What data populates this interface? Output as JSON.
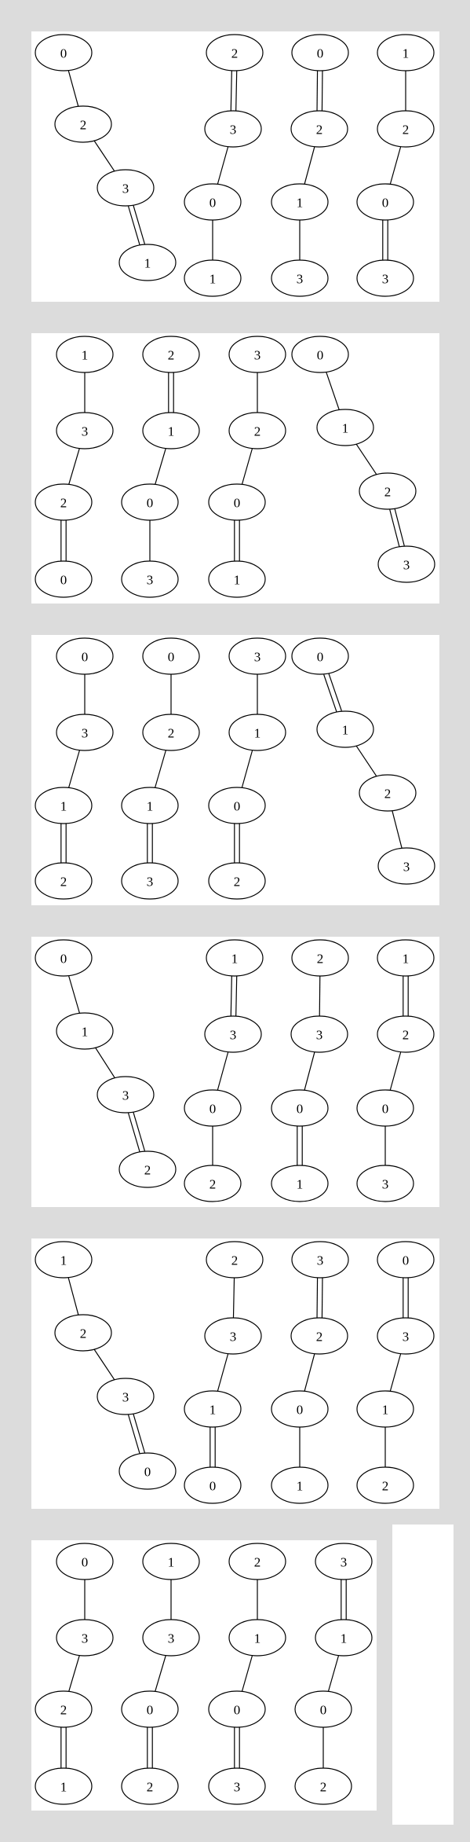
{
  "page": {
    "background": "#dcdcdc",
    "panel_color": "#ffffff"
  },
  "panels": [
    {
      "graphs": [
        {
          "nodes": [
            "0",
            "2",
            "3",
            "1"
          ],
          "edges": [
            [
              0,
              1,
              1
            ],
            [
              1,
              2,
              1
            ],
            [
              2,
              3,
              2
            ]
          ]
        },
        {
          "nodes": [
            "2",
            "3",
            "0",
            "1"
          ],
          "edges": [
            [
              0,
              1,
              2
            ],
            [
              1,
              2,
              1
            ],
            [
              2,
              3,
              1
            ]
          ]
        },
        {
          "nodes": [
            "0",
            "2",
            "1",
            "3"
          ],
          "edges": [
            [
              0,
              1,
              2
            ],
            [
              1,
              2,
              1
            ],
            [
              2,
              3,
              1
            ]
          ]
        },
        {
          "nodes": [
            "1",
            "2",
            "0",
            "3"
          ],
          "edges": [
            [
              0,
              1,
              1
            ],
            [
              1,
              2,
              1
            ],
            [
              2,
              3,
              2
            ]
          ]
        }
      ]
    },
    {
      "graphs": [
        {
          "nodes": [
            "1",
            "3",
            "2",
            "0"
          ],
          "edges": [
            [
              0,
              1,
              1
            ],
            [
              1,
              2,
              1
            ],
            [
              2,
              3,
              2
            ]
          ]
        },
        {
          "nodes": [
            "2",
            "1",
            "0",
            "3"
          ],
          "edges": [
            [
              0,
              1,
              2
            ],
            [
              1,
              2,
              1
            ],
            [
              2,
              3,
              1
            ]
          ]
        },
        {
          "nodes": [
            "3",
            "2",
            "0",
            "1"
          ],
          "edges": [
            [
              0,
              1,
              1
            ],
            [
              1,
              2,
              1
            ],
            [
              2,
              3,
              2
            ]
          ]
        },
        {
          "nodes": [
            "0",
            "1",
            "2",
            "3"
          ],
          "edges": [
            [
              0,
              1,
              1
            ],
            [
              1,
              2,
              1
            ],
            [
              2,
              3,
              2
            ]
          ]
        }
      ]
    },
    {
      "graphs": [
        {
          "nodes": [
            "0",
            "3",
            "1",
            "2"
          ],
          "edges": [
            [
              0,
              1,
              1
            ],
            [
              1,
              2,
              1
            ],
            [
              2,
              3,
              2
            ]
          ]
        },
        {
          "nodes": [
            "0",
            "2",
            "1",
            "3"
          ],
          "edges": [
            [
              0,
              1,
              1
            ],
            [
              1,
              2,
              1
            ],
            [
              2,
              3,
              2
            ]
          ]
        },
        {
          "nodes": [
            "3",
            "1",
            "0",
            "2"
          ],
          "edges": [
            [
              0,
              1,
              1
            ],
            [
              1,
              2,
              1
            ],
            [
              2,
              3,
              2
            ]
          ]
        },
        {
          "nodes": [
            "0",
            "1",
            "2",
            "3"
          ],
          "edges": [
            [
              0,
              1,
              2
            ],
            [
              1,
              2,
              1
            ],
            [
              2,
              3,
              1
            ]
          ]
        }
      ]
    },
    {
      "graphs": [
        {
          "nodes": [
            "0",
            "1",
            "3",
            "2"
          ],
          "edges": [
            [
              0,
              1,
              1
            ],
            [
              1,
              2,
              1
            ],
            [
              2,
              3,
              2
            ]
          ]
        },
        {
          "nodes": [
            "1",
            "3",
            "0",
            "2"
          ],
          "edges": [
            [
              0,
              1,
              2
            ],
            [
              1,
              2,
              1
            ],
            [
              2,
              3,
              1
            ]
          ]
        },
        {
          "nodes": [
            "2",
            "3",
            "0",
            "1"
          ],
          "edges": [
            [
              0,
              1,
              1
            ],
            [
              1,
              2,
              1
            ],
            [
              2,
              3,
              2
            ]
          ]
        },
        {
          "nodes": [
            "1",
            "2",
            "0",
            "3"
          ],
          "edges": [
            [
              0,
              1,
              2
            ],
            [
              1,
              2,
              1
            ],
            [
              2,
              3,
              1
            ]
          ]
        }
      ]
    },
    {
      "graphs": [
        {
          "nodes": [
            "1",
            "2",
            "3",
            "0"
          ],
          "edges": [
            [
              0,
              1,
              1
            ],
            [
              1,
              2,
              1
            ],
            [
              2,
              3,
              2
            ]
          ]
        },
        {
          "nodes": [
            "2",
            "3",
            "1",
            "0"
          ],
          "edges": [
            [
              0,
              1,
              1
            ],
            [
              1,
              2,
              1
            ],
            [
              2,
              3,
              2
            ]
          ]
        },
        {
          "nodes": [
            "3",
            "2",
            "0",
            "1"
          ],
          "edges": [
            [
              0,
              1,
              2
            ],
            [
              1,
              2,
              1
            ],
            [
              2,
              3,
              1
            ]
          ]
        },
        {
          "nodes": [
            "0",
            "3",
            "1",
            "2"
          ],
          "edges": [
            [
              0,
              1,
              2
            ],
            [
              1,
              2,
              1
            ],
            [
              2,
              3,
              1
            ]
          ]
        }
      ]
    },
    {
      "graphs": [
        {
          "nodes": [
            "0",
            "3",
            "2",
            "1"
          ],
          "edges": [
            [
              0,
              1,
              1
            ],
            [
              1,
              2,
              1
            ],
            [
              2,
              3,
              2
            ]
          ]
        },
        {
          "nodes": [
            "1",
            "3",
            "0",
            "2"
          ],
          "edges": [
            [
              0,
              1,
              1
            ],
            [
              1,
              2,
              1
            ],
            [
              2,
              3,
              2
            ]
          ]
        },
        {
          "nodes": [
            "2",
            "1",
            "0",
            "3"
          ],
          "edges": [
            [
              0,
              1,
              1
            ],
            [
              1,
              2,
              1
            ],
            [
              2,
              3,
              2
            ]
          ]
        },
        {
          "nodes": [
            "3",
            "1",
            "0",
            "2"
          ],
          "edges": [
            [
              0,
              1,
              2
            ],
            [
              1,
              2,
              1
            ],
            [
              2,
              3,
              1
            ]
          ]
        }
      ]
    }
  ]
}
